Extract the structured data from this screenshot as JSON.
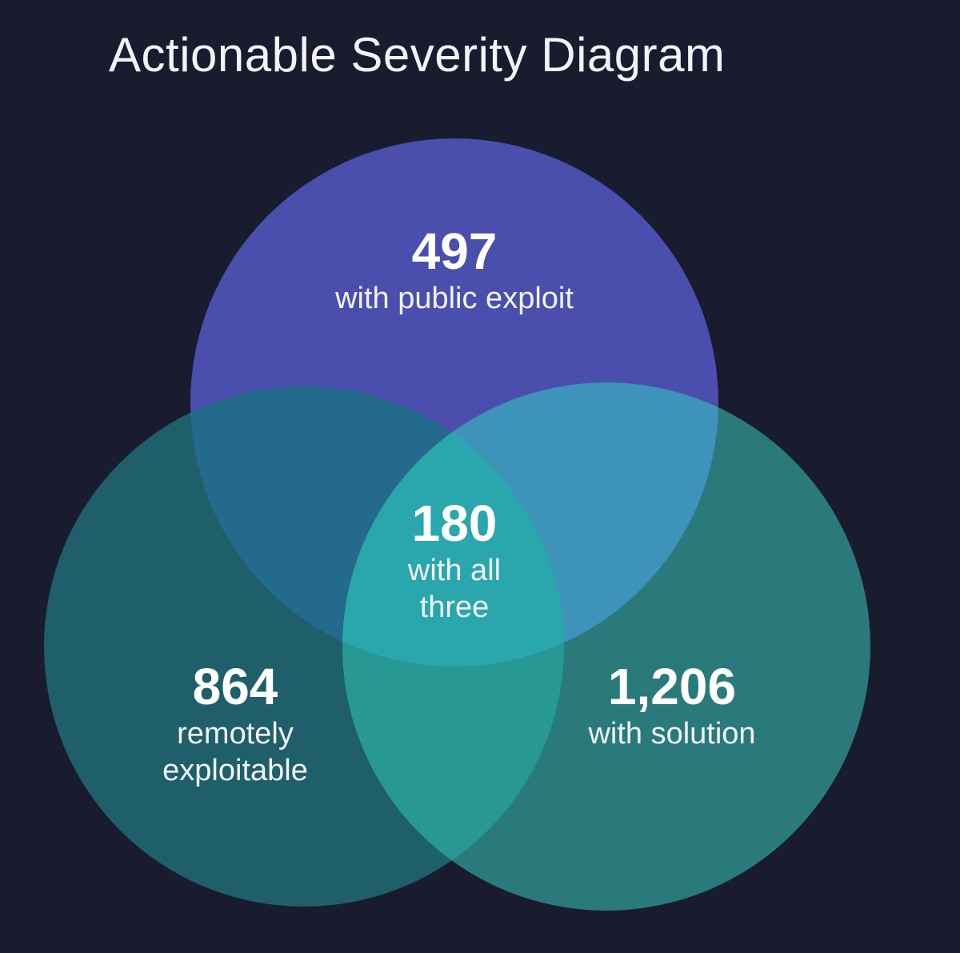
{
  "title": "Actionable Severity Diagram",
  "colors": {
    "background": "#191c2f",
    "public_exploit": "#4a4eac",
    "remotely_exploitable": "#1f5f6a",
    "with_solution": "#2a7a7c",
    "all_three": "#2aa6ad"
  },
  "sets": {
    "public_exploit": {
      "value": "497",
      "label": "with public exploit"
    },
    "remotely_exploitable": {
      "value": "864",
      "label": "remotely\nexploitable"
    },
    "with_solution": {
      "value": "1,206",
      "label": "with solution"
    },
    "all_three": {
      "value": "180",
      "label": "with all\nthree"
    }
  }
}
